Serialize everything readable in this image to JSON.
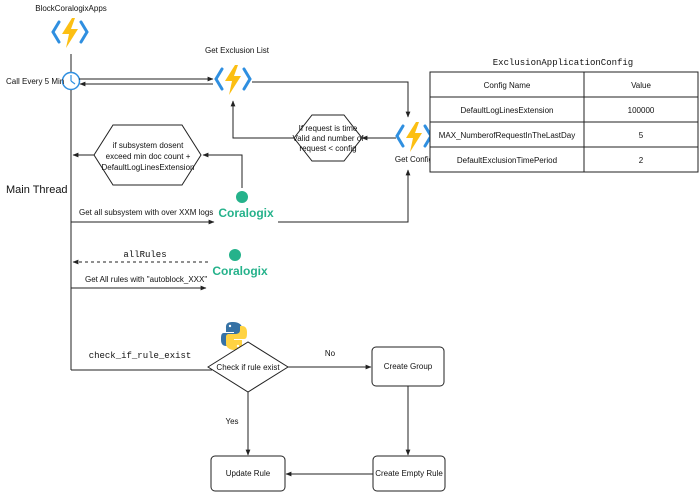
{
  "app_name": "BlockCoralogixApps",
  "timer_label": "Call Every 5 Min",
  "main_thread_label": "Main Thread",
  "get_exclusion_list": "Get Exclusion List",
  "get_config": "Get Config",
  "decision_time": {
    "line1": "If request is time",
    "line2": "Valid  and number of",
    "line3": "request < config"
  },
  "decision_subsystem": {
    "line1": "if subsystem dosent",
    "line2": "exceed min doc count +",
    "line3": "DefaultLogLinesExtension"
  },
  "get_subsystems": "Get all subsystem with over XXM logs",
  "all_rules": "allRules",
  "get_all_rules": "Get All rules with \"autoblock_XXX\"",
  "check_rule_fn": "check_if_rule_exist",
  "check_rule": "Check if rule exist",
  "no_label": "No",
  "yes_label": "Yes",
  "create_group": "Create Group",
  "create_empty_rule": "Create Empty Rule",
  "update_rule": "Update Rule",
  "coralogix_logo": "Coralogix",
  "config_table": {
    "title": "ExclusionApplicationConfig",
    "headers": [
      "Config Name",
      "Value"
    ],
    "rows": [
      [
        "DefaultLogLinesExtension",
        "100000"
      ],
      [
        "MAX_NumberofRequestInTheLastDay",
        "5"
      ],
      [
        "DefaultExclusionTimePeriod",
        "2"
      ]
    ]
  },
  "colors": {
    "azure_bolt": "#fcbf13",
    "azure_bracket": "#2f8fe0",
    "coralogix_green": "#25b28b",
    "python_blue": "#3672a5",
    "python_yellow": "#ffd343"
  }
}
